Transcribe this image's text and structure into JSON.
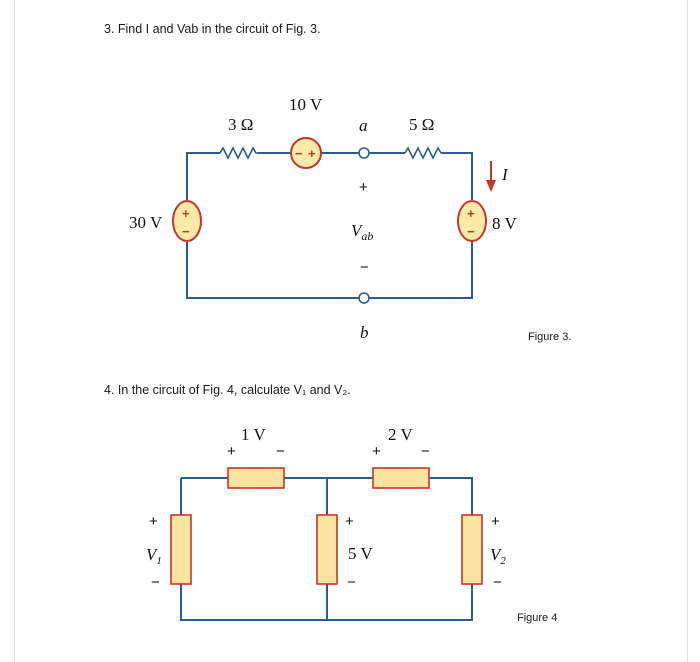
{
  "question3": {
    "text": "3.  Find I and Vab in the circuit of Fig. 3.",
    "caption": "Figure 3.",
    "labels": {
      "r1": "3 Ω",
      "v10": "10 V",
      "node_a": "a",
      "r2": "5 Ω",
      "current": "I",
      "v30": "30 V",
      "vab_main": "V",
      "vab_sub": "ab",
      "v8": "8 V",
      "node_b": "b",
      "plus": "+",
      "minus": "−"
    }
  },
  "question4": {
    "text": "4.  In the circuit of Fig. 4, calculate V₁ and V₂.",
    "caption": "Figure 4",
    "labels": {
      "v1_top": "1 V",
      "v2_top": "2 V",
      "v5": "5 V",
      "V1_main": "V",
      "V1_sub": "1",
      "V2_main": "V",
      "V2_sub": "2",
      "plus": "+",
      "minus": "−"
    }
  },
  "colors": {
    "wire": "#2c5d8a",
    "element_stroke": "#c0392b",
    "element_fill": "#fde3a0"
  }
}
